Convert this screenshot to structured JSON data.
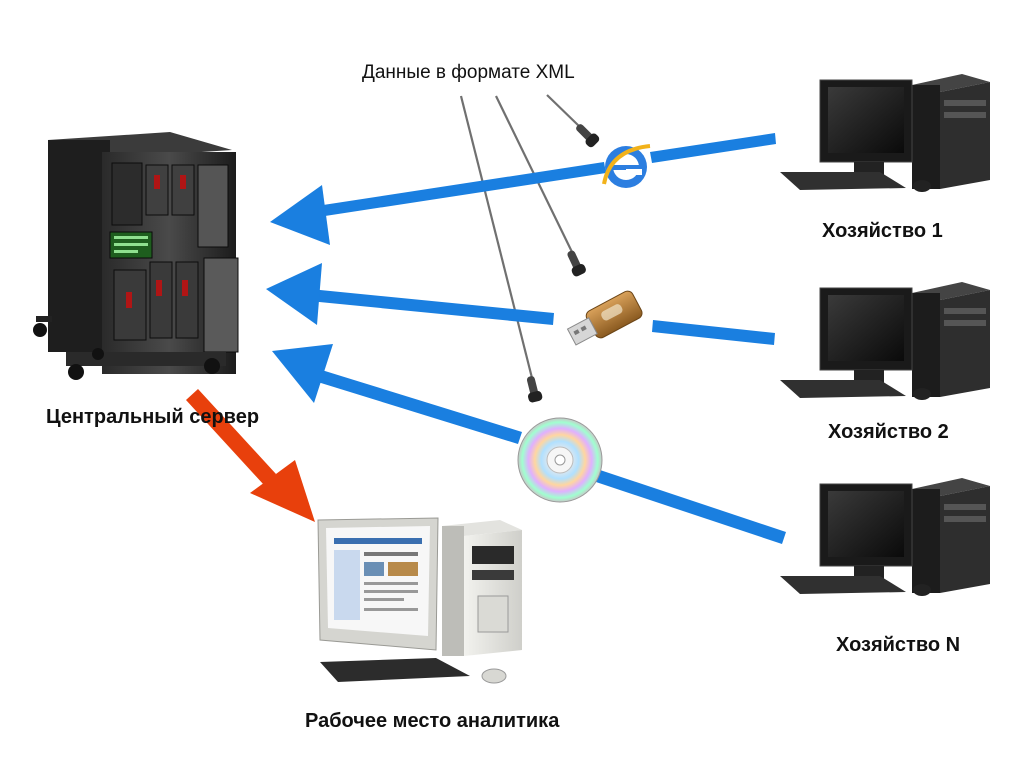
{
  "labels": {
    "xml_data": "Данные в формате XML",
    "central_server": "Центральный сервер",
    "farm_1": "Хозяйство 1",
    "farm_2": "Хозяйство 2",
    "farm_n": "Хозяйство N",
    "analyst_workstation": "Рабочее место аналитика"
  },
  "colors": {
    "blue_arrow": "#1a7fe0",
    "red_arrow": "#e8400c",
    "pointer_line": "#707070"
  },
  "icons": [
    "server-icon",
    "computer-icon",
    "internet-explorer-icon",
    "usb-flash-drive-icon",
    "cd-disc-icon",
    "pointing-hand-icon"
  ]
}
